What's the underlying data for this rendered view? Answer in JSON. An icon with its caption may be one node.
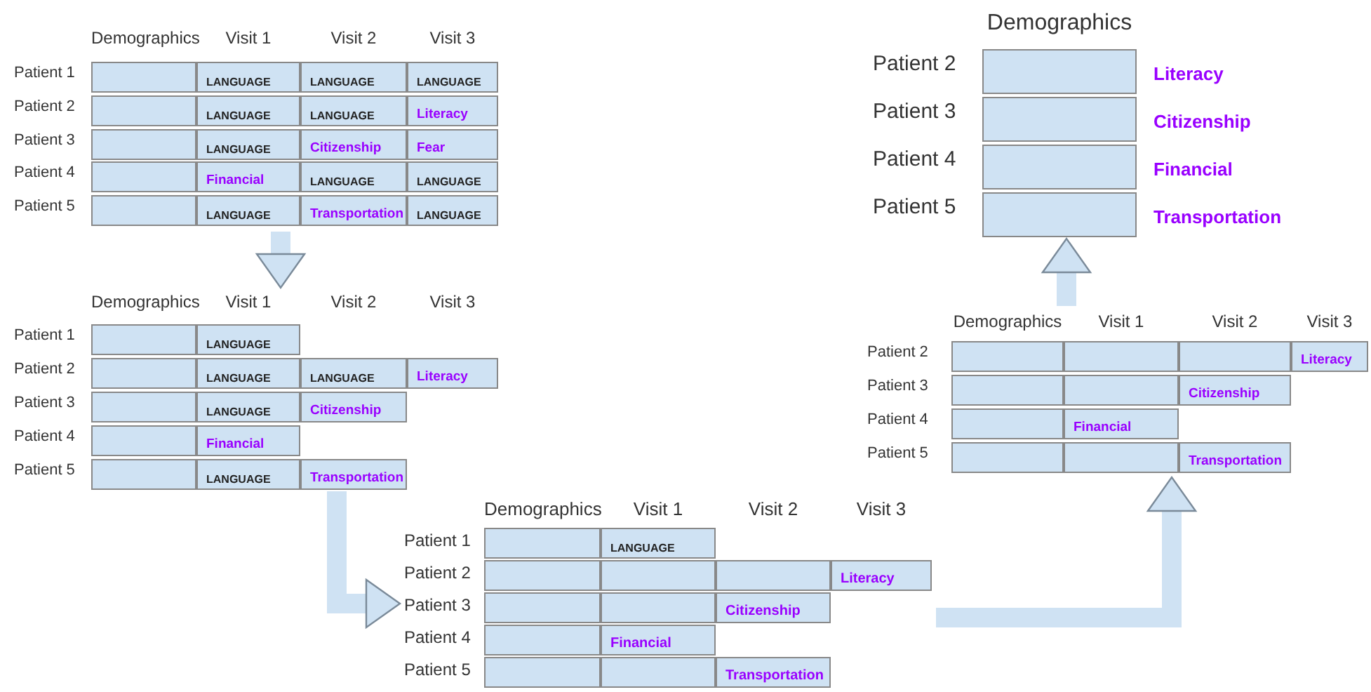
{
  "diagram": {
    "nodes": [
      {
        "text": [
          "Demographics",
          "Visit 1",
          "Visit 2",
          "Visit 3",
          "Patient 1",
          "LANGUAGE",
          "LANGUAGE",
          "LANGUAGE",
          "Patient 2",
          "LANGUAGE",
          "LANGUAGE",
          "Literacy",
          "Patient 3",
          "LANGUAGE",
          "Citizenship",
          "Fear",
          "Patient 4",
          "Financial",
          "LANGUAGE",
          "LANGUAGE",
          "Patient 5",
          "LANGUAGE",
          "Transportation",
          "LANGUAGE"
        ]
      },
      {
        "text": [
          "Demographics",
          "Visit 1",
          "Visit 2",
          "Visit 3",
          "Patient 1",
          "LANGUAGE",
          "Patient 2",
          "LANGUAGE",
          "LANGUAGE",
          "Literacy",
          "Patient 3",
          "LANGUAGE",
          "Citizenship",
          "Patient 4",
          "Financial",
          "Patient 5",
          "LANGUAGE",
          "Transportation"
        ]
      },
      {
        "text": [
          "Demographics",
          "Visit 1",
          "Visit 2",
          "Visit 3",
          "Patient 1",
          "LANGUAGE",
          "Patient 2",
          "Literacy",
          "Patient 3",
          "Citizenship",
          "Patient 4",
          "Financial",
          "Patient 5",
          "Transportation"
        ]
      },
      {
        "text": [
          "Demographics",
          "Visit 1",
          "Visit 2",
          "Visit 3",
          "Patient 2",
          "Literacy",
          "Patient 3",
          "Citizenship",
          "Patient 4",
          "Financial",
          "Patient 5",
          "Transportation"
        ]
      },
      {
        "text": [
          "Demographics",
          "Patient 2",
          "Literacy",
          "Patient 3",
          "Citizenship",
          "Patient 4",
          "Financial",
          "Patient 5",
          "Transportation"
        ]
      }
    ],
    "edges": [
      {
        "from": 0,
        "to": 1,
        "arrow": "to"
      },
      {
        "from": 1,
        "to": 2,
        "arrow": "to"
      },
      {
        "from": 2,
        "to": 3,
        "arrow": "to"
      },
      {
        "from": 3,
        "to": 4,
        "arrow": "to"
      }
    ]
  }
}
